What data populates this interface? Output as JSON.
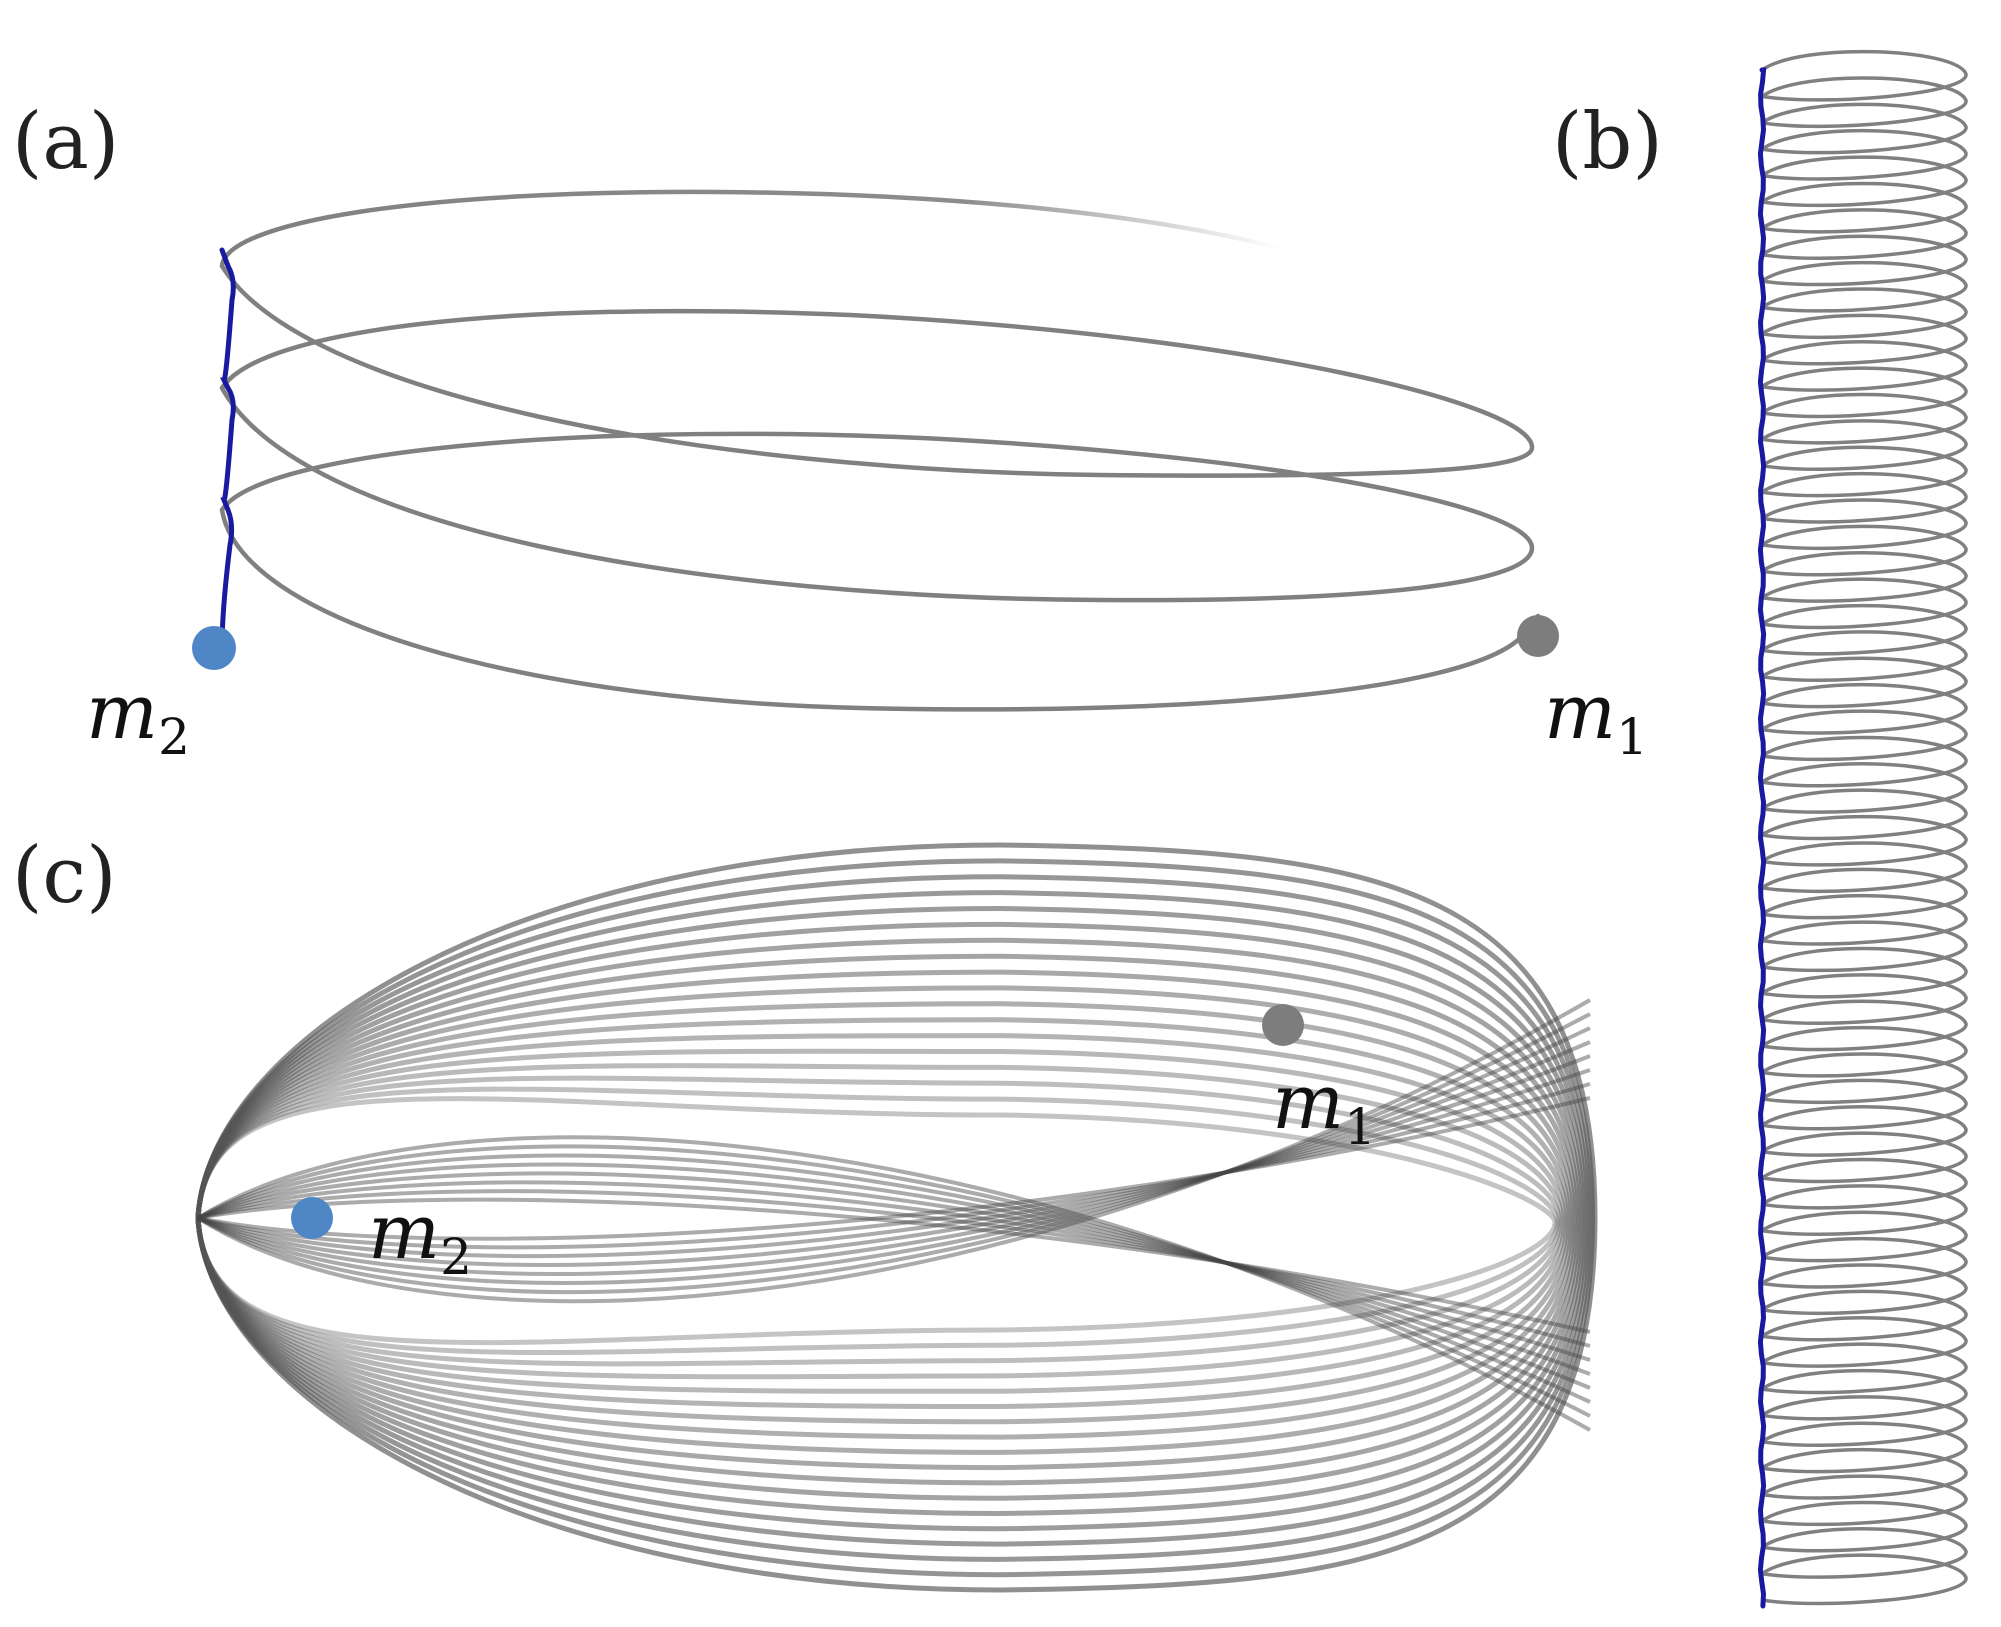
{
  "panels": {
    "a": {
      "label": "(a)",
      "body1": {
        "symbol": "m",
        "sub": "1"
      },
      "body2": {
        "symbol": "m",
        "sub": "2"
      }
    },
    "b": {
      "label": "(b)"
    },
    "c": {
      "label": "(c)",
      "body1": {
        "symbol": "m",
        "sub": "1"
      },
      "body2": {
        "symbol": "m",
        "sub": "2"
      }
    }
  },
  "colors": {
    "orbit_gray": "#808080",
    "orbit_dark": "#555555",
    "trajectory_blue": "#1a1aa0",
    "mass_blue": "#4f86c6",
    "mass_gray": "#7d7d7d"
  },
  "icons": {
    "body1": "gray-dot",
    "body2": "blue-dot"
  }
}
